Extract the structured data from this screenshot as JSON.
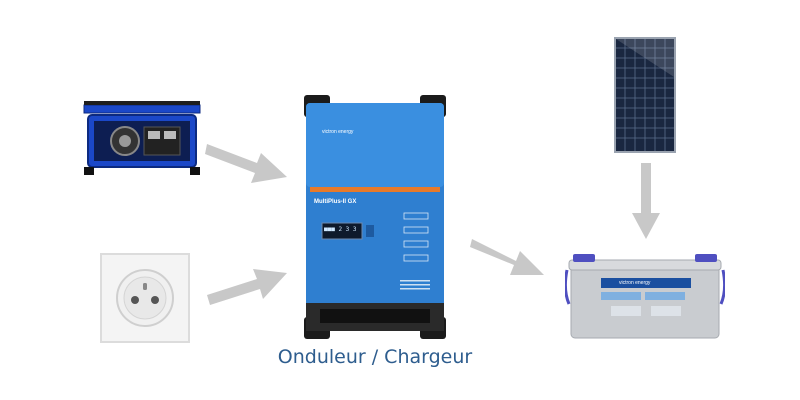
{
  "caption": "Onduleur / Chargeur",
  "inverter": {
    "brand": "victron energy",
    "model": "MultiPlus-II GX",
    "display": "■■■ 2 3 3"
  },
  "battery": {
    "brand": "victron energy"
  },
  "colors": {
    "inverter_blue": "#2f7fd0",
    "arrow_gray": "#c8c8c8",
    "caption_blue": "#2e5d8e",
    "generator_blue": "#1b48c8",
    "battery_gray": "#c9ccd0"
  },
  "icons": [
    "generator-icon",
    "wall-socket-icon",
    "solar-panel-icon",
    "inverter-charger-icon",
    "battery-icon"
  ]
}
